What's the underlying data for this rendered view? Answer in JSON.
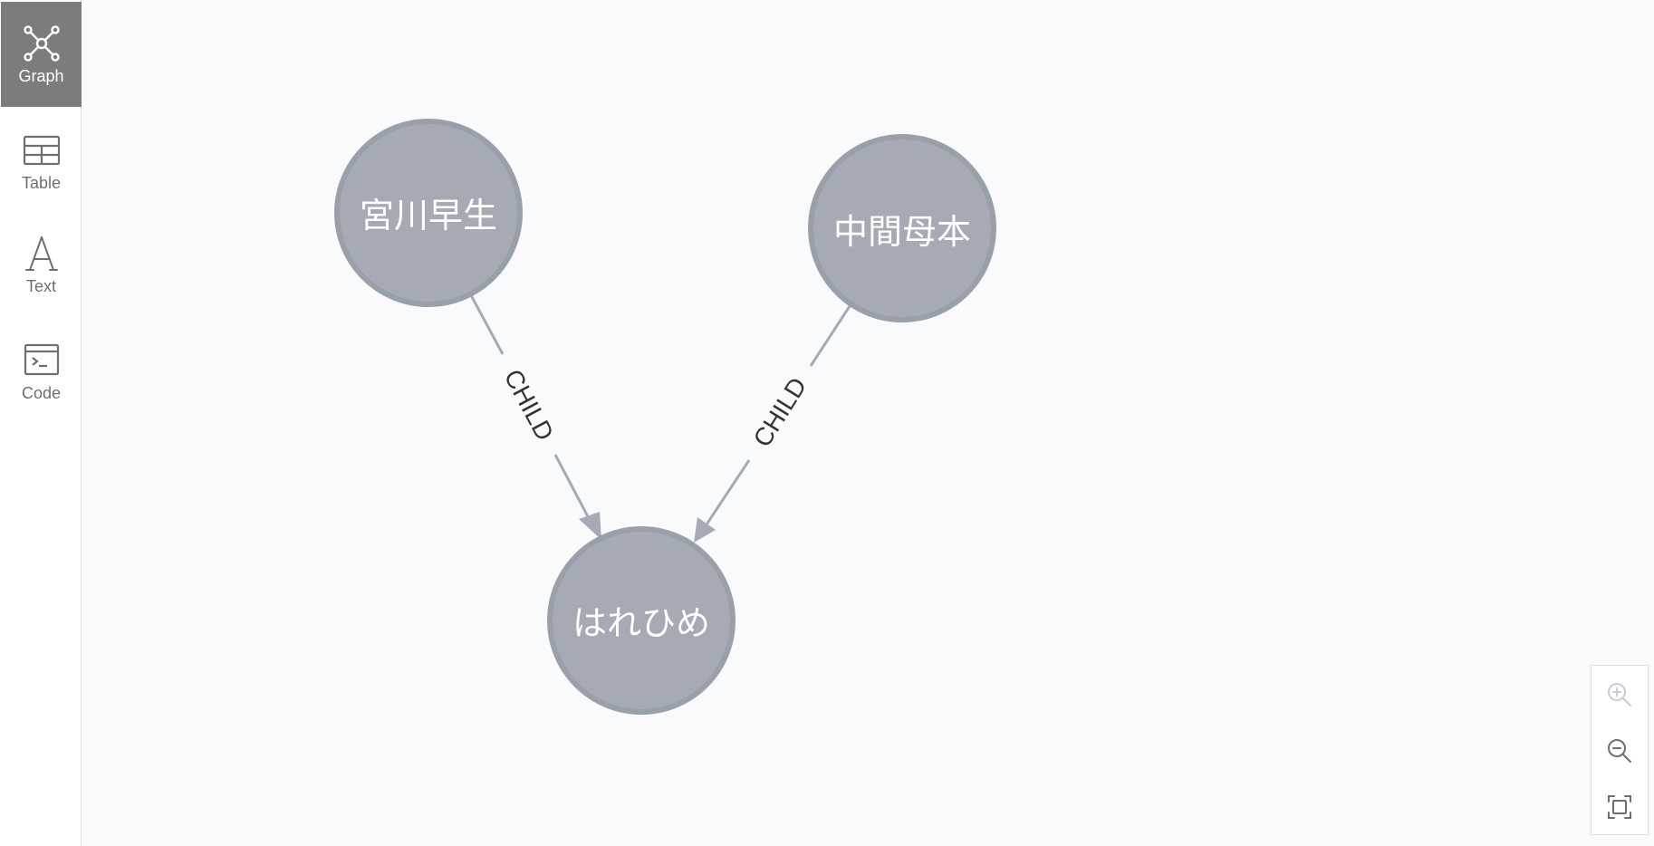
{
  "sidebar": {
    "items": [
      {
        "label": "Graph",
        "icon": "graph-icon",
        "active": true
      },
      {
        "label": "Table",
        "icon": "table-icon",
        "active": false
      },
      {
        "label": "Text",
        "icon": "text-icon",
        "active": false
      },
      {
        "label": "Code",
        "icon": "code-icon",
        "active": false
      }
    ]
  },
  "graph": {
    "nodes": [
      {
        "id": "n1",
        "label": "宮川早生"
      },
      {
        "id": "n2",
        "label": "中間母本"
      },
      {
        "id": "n3",
        "label": "はれひめ"
      }
    ],
    "relationships": [
      {
        "from": "n1",
        "to": "n3",
        "type": "CHILD"
      },
      {
        "from": "n2",
        "to": "n3",
        "type": "CHILD"
      }
    ],
    "colors": {
      "node_fill": "#a5aab4",
      "node_border": "#9aa0aa",
      "edge": "#a5aab4",
      "active_nav": "#7c7c7c"
    }
  },
  "zoom_controls": [
    {
      "icon": "zoom-in-icon",
      "enabled": false
    },
    {
      "icon": "zoom-out-icon",
      "enabled": true
    },
    {
      "icon": "fit-to-screen-icon",
      "enabled": true
    }
  ]
}
